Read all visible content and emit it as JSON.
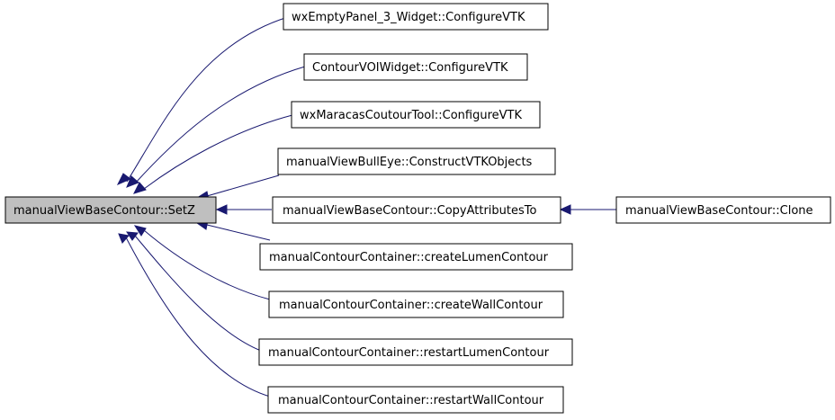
{
  "nodes": {
    "setz": "manualViewBaseContour::SetZ",
    "empty_panel": "wxEmptyPanel_3_Widget::ConfigureVTK",
    "contour_voi": "ContourVOIWidget::ConfigureVTK",
    "maracas_tool": "wxMaracasCoutourTool::ConfigureVTK",
    "bull_eye": "manualViewBullEye::ConstructVTKObjects",
    "copy_attrs": "manualViewBaseContour::CopyAttributesTo",
    "clone": "manualViewBaseContour::Clone",
    "create_lumen": "manualContourContainer::createLumenContour",
    "create_wall": "manualContourContainer::createWallContour",
    "restart_lumen": "manualContourContainer::restartLumenContour",
    "restart_wall": "manualContourContainer::restartWallContour"
  },
  "colors": {
    "edge": "#191970",
    "focus_fill": "#bfbfbf"
  }
}
